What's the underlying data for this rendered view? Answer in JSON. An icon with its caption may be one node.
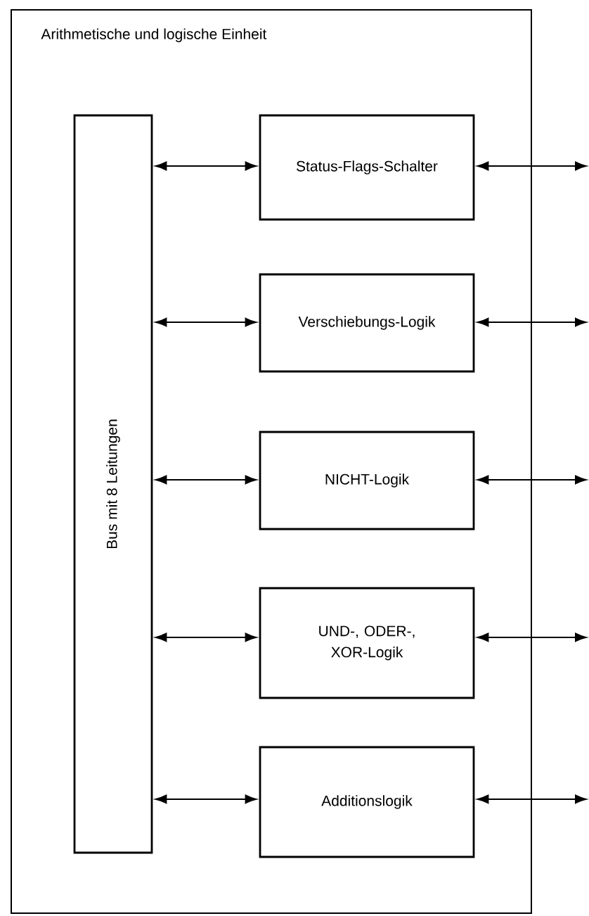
{
  "diagram": {
    "nodes": [
      {
        "text": [
          "Arithmetische und logische Einheit"
        ]
      },
      {
        "text": [
          "Bus mit 8 Leitungen"
        ],
        "in": 0
      },
      {
        "text": [
          "Status-Flags-Schalter"
        ],
        "in": 0
      },
      {
        "text": [
          "Verschiebungs-Logik"
        ],
        "in": 0
      },
      {
        "text": [
          "NICHT-Logik"
        ],
        "in": 0
      },
      {
        "text": [
          "UND-, ODER-, XOR-Logik"
        ],
        "in": 0
      },
      {
        "text": [
          "Additionslogik"
        ],
        "in": 0
      }
    ],
    "edges": [
      {
        "from": 1,
        "to": 2,
        "arrow": "both"
      },
      {
        "from": 1,
        "to": 3,
        "arrow": "both"
      },
      {
        "from": 1,
        "to": 4,
        "arrow": "both"
      },
      {
        "from": 1,
        "to": 5,
        "arrow": "both"
      },
      {
        "from": 1,
        "to": 6,
        "arrow": "both"
      },
      {
        "from": 2,
        "to": null,
        "arrow": "both"
      },
      {
        "from": 3,
        "to": null,
        "arrow": "both"
      },
      {
        "from": 4,
        "to": null,
        "arrow": "both"
      },
      {
        "from": 5,
        "to": null,
        "arrow": "both"
      },
      {
        "from": 6,
        "to": null,
        "arrow": "both"
      }
    ]
  }
}
